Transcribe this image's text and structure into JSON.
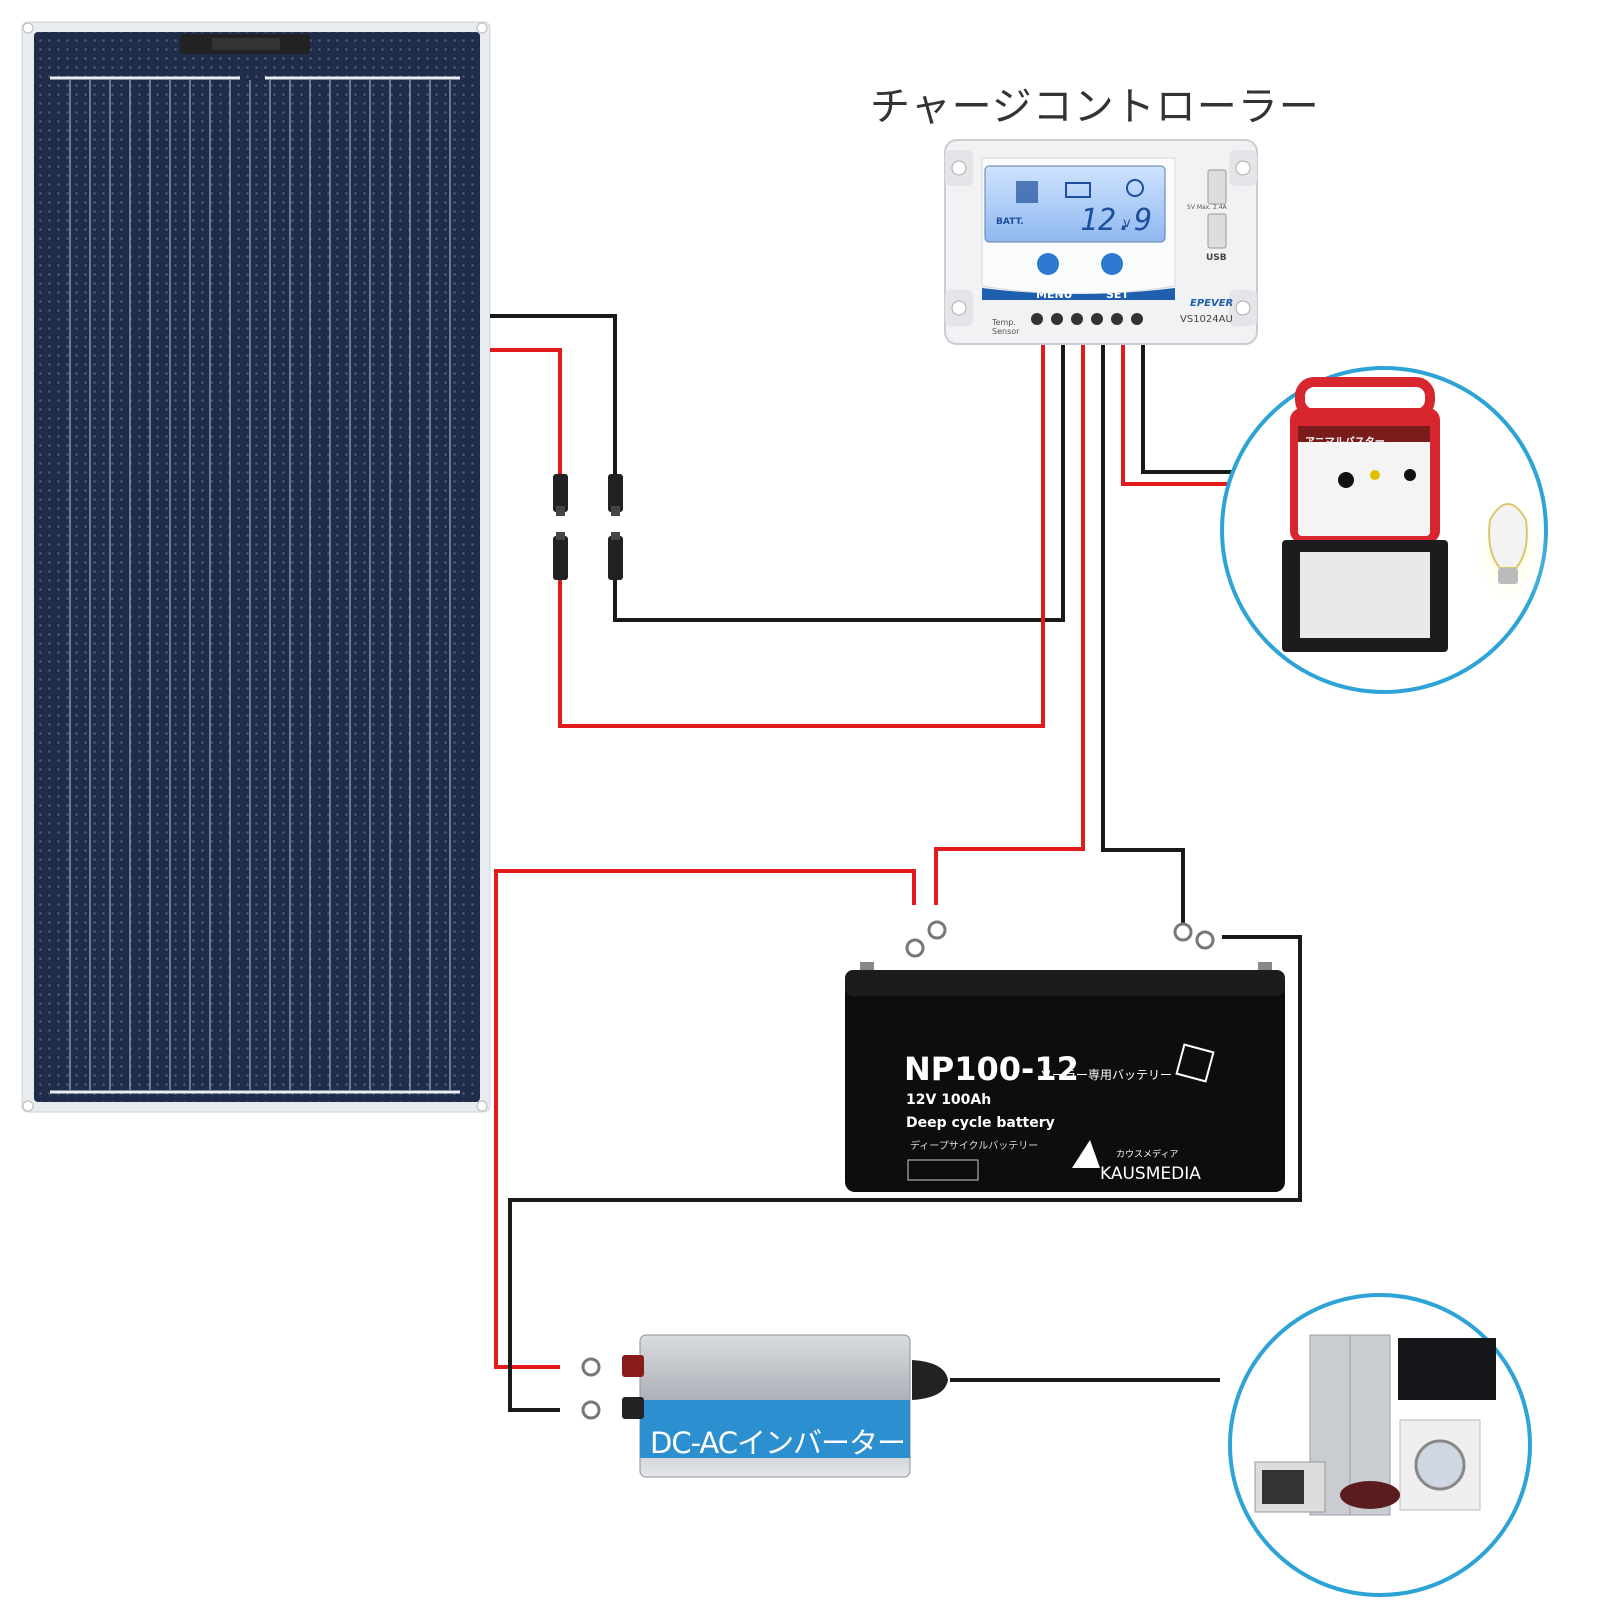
{
  "title": "チャージコントローラー",
  "controller": {
    "voltage": "12.9",
    "unit": "v",
    "batt_label": "BATT.",
    "menu_label": "MENU",
    "set_label": "SET",
    "brand": "EPEVER",
    "model": "VS1024AU",
    "usb_label": "USB",
    "usb_rating": "5V  Max. 2.4A",
    "temp_sensor": "Temp.\nSensor"
  },
  "battery": {
    "model": "NP100-12",
    "subtitle_jp": "ソーラー専用バッテリー",
    "capacity": "12V 100Ah",
    "type": "Deep cycle battery",
    "type_jp": "ディープサイクルバッテリー",
    "brand": "KAUSMEDIA",
    "brand_jp": "カウスメディア"
  },
  "inverter": {
    "label": "DC-ACインバーター"
  },
  "animal_buster": {
    "title": "アニマルバスター"
  },
  "colors": {
    "positive_wire": "#e11b1b",
    "negative_wire": "#1a1a1a",
    "circle_border": "#2ea3d6",
    "panel": "#1c2a44",
    "inverter_band": "#2c8fd0"
  }
}
